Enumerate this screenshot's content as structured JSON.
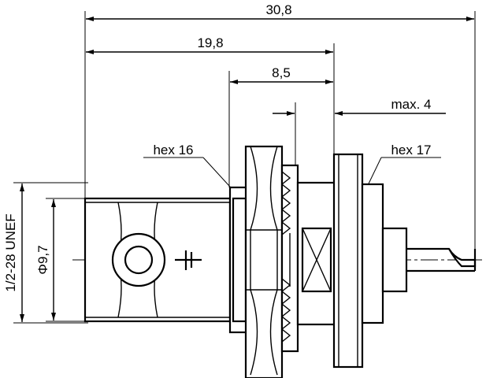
{
  "dimensions": {
    "overall_length": "30,8",
    "length_to_flange": "19,8",
    "thread_length": "8,5",
    "panel_thickness": "max. 4",
    "body_diameter": "Φ9,7",
    "thread_spec": "1/2-28 UNEF"
  },
  "callouts": {
    "nut": "hex 16",
    "flange": "hex 17"
  }
}
